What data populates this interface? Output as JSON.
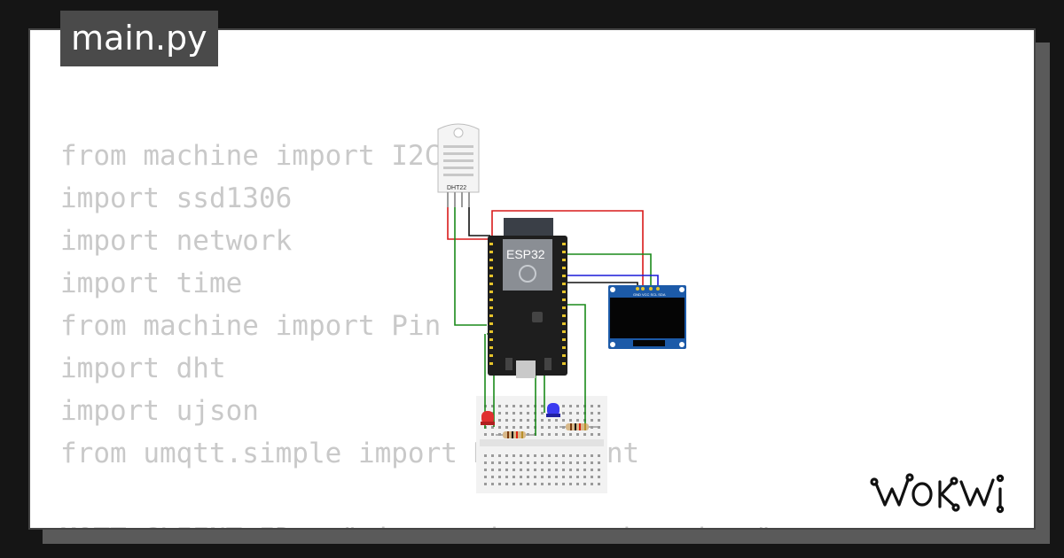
{
  "tab": {
    "filename": "main.py"
  },
  "code": {
    "lines": [
      "from machine import I2C",
      "import ssd1306",
      "import network",
      "import time",
      "from machine import Pin",
      "import dht",
      "import ujson",
      "from umqtt.simple import MQTTClient",
      "",
      "MQTT_CLIENT_ID = \"micropython-weather-demo\""
    ]
  },
  "circuit": {
    "dht_label": "DHT22",
    "esp_label": "ESP32",
    "oled_pins": "GND VCC SCL SDA"
  },
  "brand": {
    "logo_text": "WOKWi"
  },
  "colors": {
    "wire_red": "#d91a1a",
    "wire_green": "#1a8a1a",
    "wire_blue": "#1a1ad9",
    "wire_black": "#111111",
    "oled_board": "#1c5aa8",
    "led_red": "#e03030",
    "led_blue": "#3a3af0"
  }
}
